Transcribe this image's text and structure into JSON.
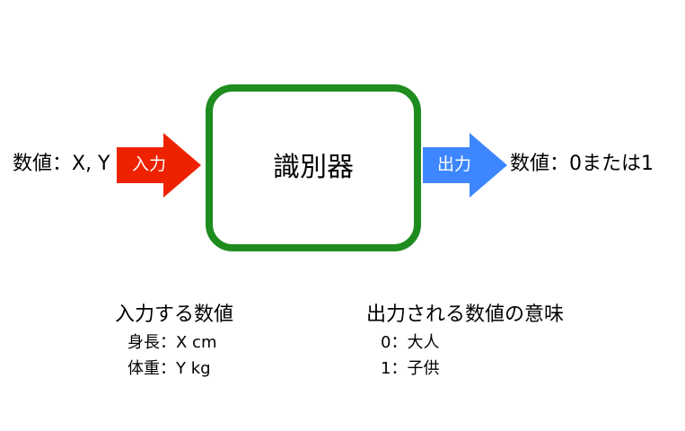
{
  "input": {
    "value_label": "数値：X, Y",
    "arrow_label": "入力",
    "arrow_color": "#ee2200"
  },
  "classifier": {
    "label": "識別器",
    "border_color": "#1e8c1e"
  },
  "output": {
    "value_label": "数値：0または1",
    "arrow_label": "出力",
    "arrow_color": "#3d86ff"
  },
  "input_description": {
    "heading": "入力する数値",
    "items": [
      "身長：X cm",
      "体重：Y kg"
    ]
  },
  "output_description": {
    "heading": "出力される数値の意味",
    "items": [
      "0：大人",
      "1：子供"
    ]
  }
}
